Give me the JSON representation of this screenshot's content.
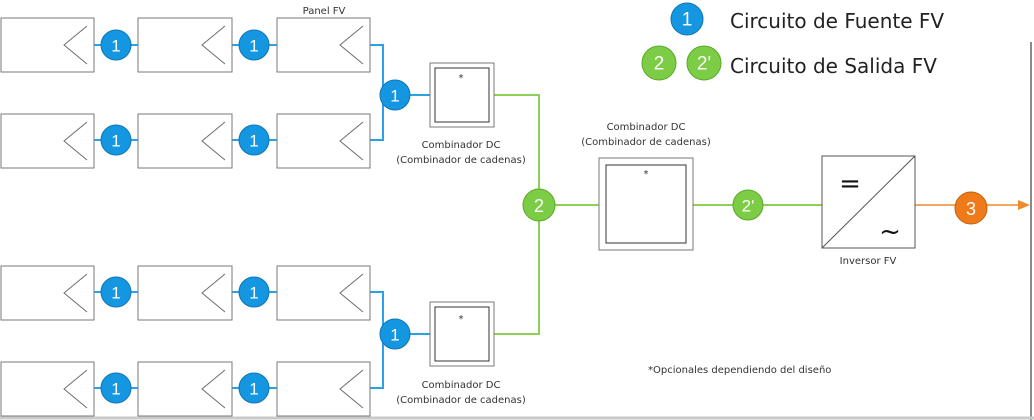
{
  "panel_label": "Panel FV",
  "legend": {
    "source_node": "1",
    "source_label": "Circuito de Fuente FV",
    "output_node_a": "2",
    "output_node_b": "2'",
    "output_label": "Circuito de Salida FV"
  },
  "source_node_label": "1",
  "combiner_small": {
    "line1": "Combinador DC",
    "line2": "(Combinador de cadenas)",
    "mark": "*"
  },
  "combiner_main": {
    "line1": "Combinador DC",
    "line2": "(Combinador de cadenas)",
    "mark": "*"
  },
  "node_2": "2",
  "node_2p": "2'",
  "node_3": "3",
  "inverter": {
    "label": "Inversor FV",
    "dc_symbol": "=",
    "ac_symbol": "~"
  },
  "footnote": "*Opcionales dependiendo del diseño",
  "colors": {
    "source_circuit": "#1596e0",
    "output_circuit": "#7ccd45",
    "inverter_output": "#ef7a1a"
  }
}
